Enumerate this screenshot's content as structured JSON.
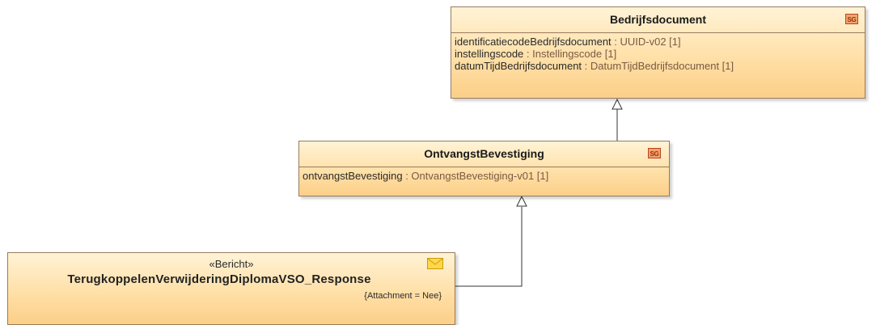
{
  "colors": {
    "class_fill_top": "#fff3d6",
    "class_fill_bottom": "#fbcf88",
    "class_border": "#9a7a5a",
    "sg_badge_fill": "#f0a36b",
    "sg_badge_text": "#a02f10",
    "envelope_fill": "#ffd84a",
    "connector": "#333333"
  },
  "classes": {
    "bedrijfsdocument": {
      "name": "Bedrijfsdocument",
      "badge": "SG",
      "badge_icon": "sg-stereotype-icon",
      "attributes": [
        {
          "name": "identificatiecodeBedrijfsdocument",
          "type": " : UUID-v02 [1]"
        },
        {
          "name": "instellingscode",
          "type": " : Instellingscode [1]"
        },
        {
          "name": "datumTijdBedrijfsdocument",
          "type": " : DatumTijdBedrijfsdocument [1]"
        }
      ]
    },
    "ontvangst": {
      "name": "OntvangstBevestiging",
      "badge": "SG",
      "badge_icon": "sg-stereotype-icon",
      "attributes": [
        {
          "name": "ontvangstBevestiging",
          "type": " : OntvangstBevestiging-v01 [1]"
        }
      ]
    },
    "response": {
      "stereotype": "«Bericht»",
      "name": "TerugkoppelenVerwijderingDiplomaVSO_Response",
      "tagged_value": "{Attachment = Nee}",
      "badge_icon": "envelope-icon"
    }
  },
  "relations": [
    {
      "type": "generalization",
      "from": "OntvangstBevestiging",
      "to": "Bedrijfsdocument"
    },
    {
      "type": "generalization",
      "from": "TerugkoppelenVerwijderingDiplomaVSO_Response",
      "to": "OntvangstBevestiging"
    }
  ]
}
